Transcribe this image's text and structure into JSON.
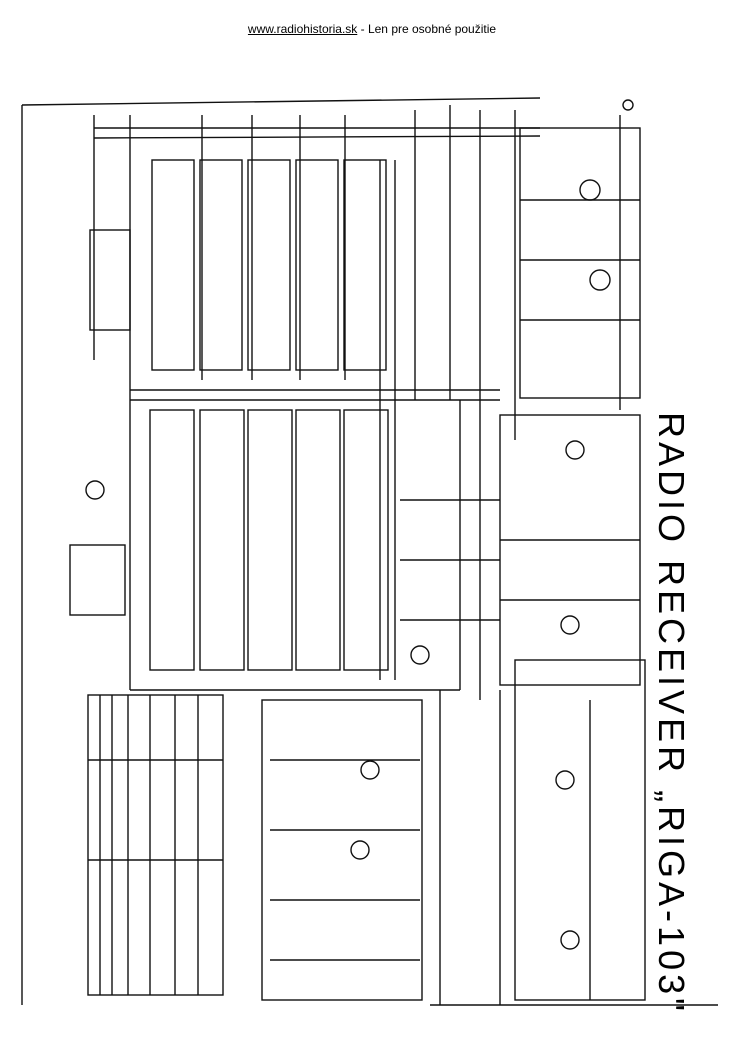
{
  "header": {
    "link": "www.radiohistoria.sk",
    "note": " - Len pre osobné použitie"
  },
  "title": "RADIO RECEIVER „RIGA-103\""
}
